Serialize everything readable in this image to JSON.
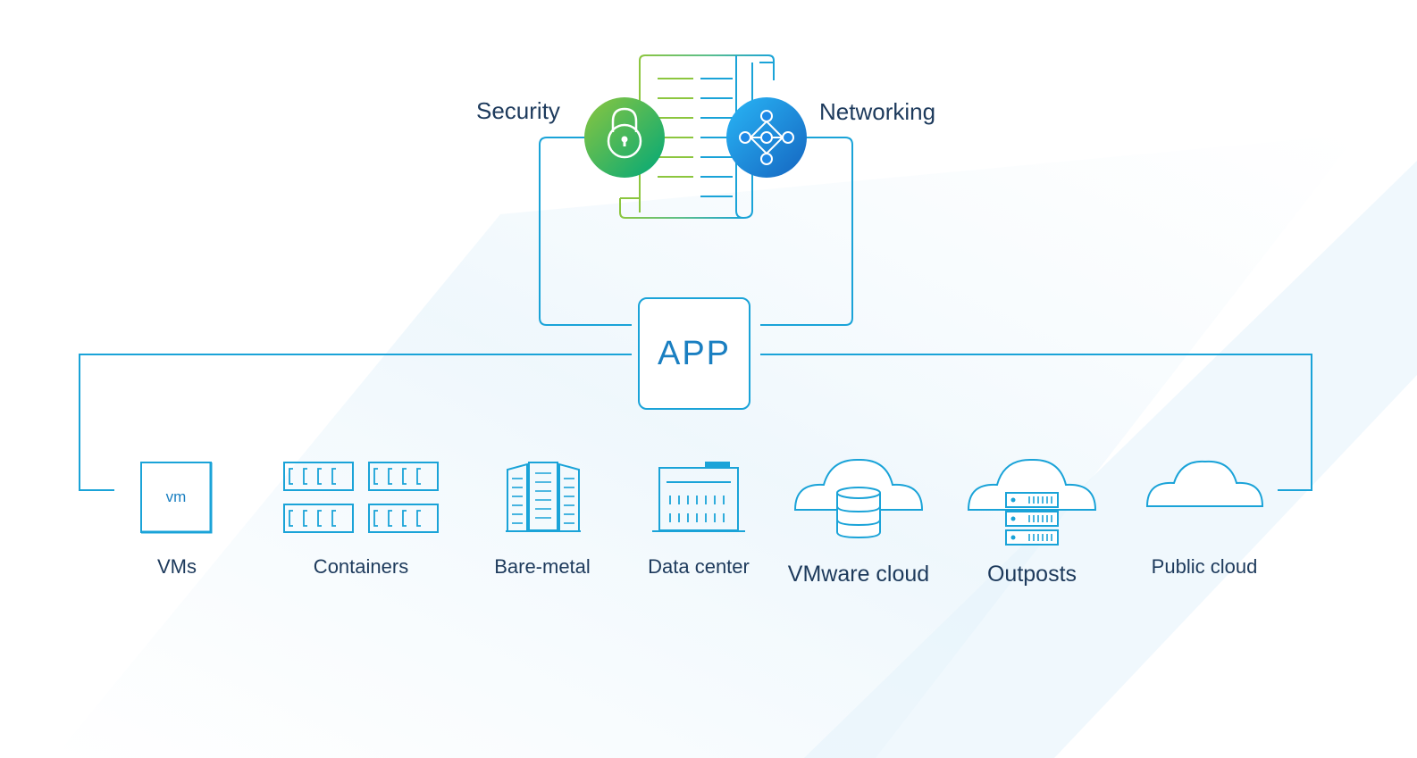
{
  "policy": {
    "security_label": "Security",
    "networking_label": "Networking"
  },
  "app": {
    "label": "APP"
  },
  "vm_badge": "vm",
  "targets": [
    {
      "label": "VMs",
      "icon": "vm-icon"
    },
    {
      "label": "Containers",
      "icon": "containers-icon"
    },
    {
      "label": "Bare-metal",
      "icon": "bare-metal-icon"
    },
    {
      "label": "Data center",
      "icon": "data-center-icon"
    },
    {
      "label": "VMware cloud",
      "icon": "vmware-cloud-icon"
    },
    {
      "label": "Outposts",
      "icon": "outposts-icon"
    },
    {
      "label": "Public cloud",
      "icon": "public-cloud-icon"
    }
  ],
  "colors": {
    "line": "#1aa3d8",
    "text": "#1d3a5c",
    "security_gradient": [
      "#8cc63f",
      "#00a878"
    ],
    "networking_gradient": [
      "#29b6f6",
      "#1565c0"
    ],
    "doc_green": "#8cc63f",
    "doc_blue": "#1aa3d8"
  }
}
